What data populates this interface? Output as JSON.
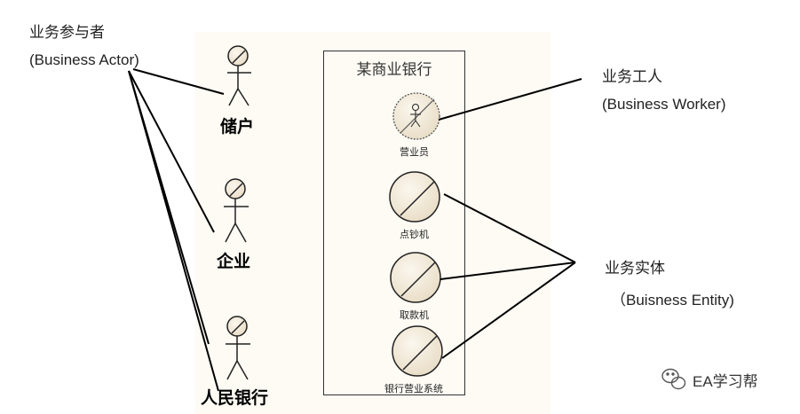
{
  "annotations": {
    "actor_cn": "业务参与者",
    "actor_en": "(Business Actor)",
    "worker_cn": "业务工人",
    "worker_en": "(Business Worker)",
    "entity_cn": "业务实体",
    "entity_en": "（Buisness Entity)"
  },
  "actors": [
    {
      "label": "储户"
    },
    {
      "label": "企业"
    },
    {
      "label": "人民银行"
    }
  ],
  "boundary": {
    "title": "某商业银行"
  },
  "worker": {
    "label": "营业员"
  },
  "entities": [
    {
      "label": "点钞机"
    },
    {
      "label": "取款机"
    },
    {
      "label": "银行营业系统"
    }
  ],
  "watermark": {
    "text": "EA学习帮"
  },
  "colors": {
    "canvas": "#fdfbf4",
    "circle_fill": "#efe5d2",
    "stroke": "#222222"
  }
}
